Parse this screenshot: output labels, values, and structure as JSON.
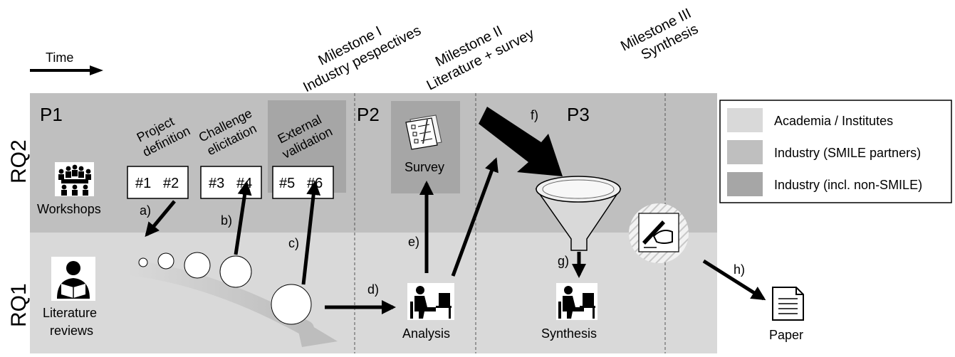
{
  "time_label": "Time",
  "milestones": [
    {
      "line1": "Milestone I",
      "line2": "Industry pespectives"
    },
    {
      "line1": "Milestone II",
      "line2": "Literature + survey"
    },
    {
      "line1": "Milestone III",
      "line2": "Synthesis"
    }
  ],
  "rows": {
    "upper": "RQ2",
    "lower": "RQ1"
  },
  "phases": [
    "P1",
    "P2",
    "P3"
  ],
  "stages": [
    {
      "line1": "Project",
      "line2": "definition",
      "boxes": [
        "#1",
        "#2"
      ]
    },
    {
      "line1": "Challenge",
      "line2": "elicitation",
      "boxes": [
        "#3",
        "#4"
      ]
    },
    {
      "line1": "External",
      "line2": "validation",
      "boxes": [
        "#5",
        "#6"
      ]
    }
  ],
  "nodes": {
    "workshops": "Workshops",
    "literature_line1": "Literature",
    "literature_line2": "reviews",
    "survey": "Survey",
    "analysis": "Analysis",
    "synthesis": "Synthesis",
    "paper": "Paper"
  },
  "arrow_labels": [
    "a)",
    "b)",
    "c)",
    "d)",
    "e)",
    "f)",
    "g)",
    "h)"
  ],
  "legend": [
    {
      "label": "Academia / Institutes",
      "color": "#d9d9d9"
    },
    {
      "label": "Industry (SMILE partners)",
      "color": "#bfbfbf"
    },
    {
      "label": "Industry (incl. non-SMILE)",
      "color": "#a6a6a6"
    }
  ],
  "colors": {
    "academia_bg": "#d9d9d9",
    "industry_bg": "#bfbfbf",
    "industry_nonsmile_bg": "#a6a6a6",
    "ink": "#000000"
  },
  "icons": [
    "group-meeting-icon",
    "reader-icon",
    "survey-checklist-icon",
    "laptop-worker-icon",
    "funnel-icon",
    "writing-hand-icon",
    "document-icon",
    "arrow-icon"
  ]
}
